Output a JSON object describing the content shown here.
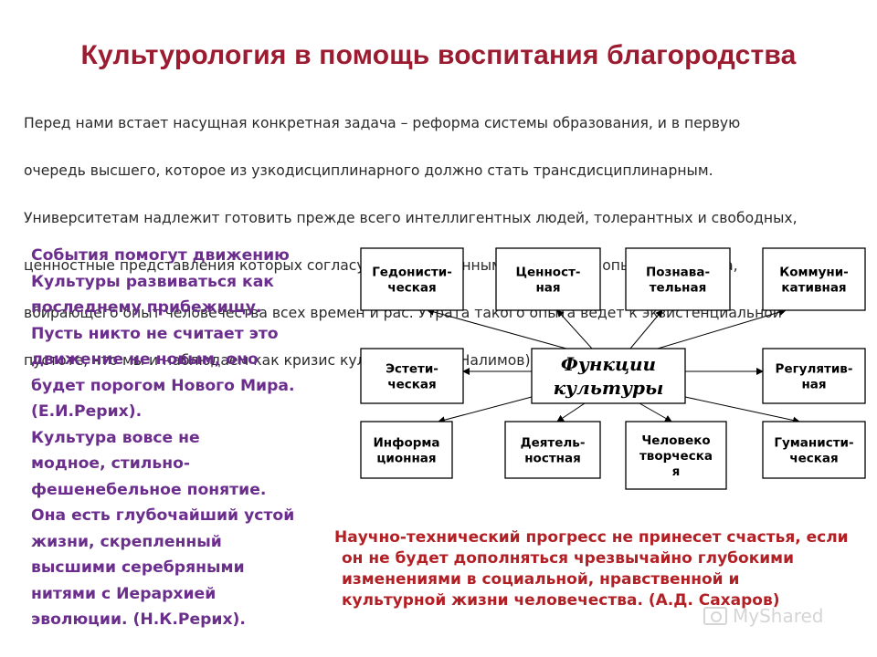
{
  "title": "Культурология в помощь воспитания благородства",
  "intro_lines": [
    "Перед нами встает насущная конкретная задача – реформа системы образования, и в первую",
    "очередь высшего, которое из узкодисциплинарного должно стать трансдисциплинарным.",
    "Университетам  надлежит готовить  прежде всего интеллигентных  людей, толерантных и свободных,",
    "ценностные представления которых согласуются с глубинным внутренним опытом человека,",
    "вбирающего опыт человечества  всех времен  и рас. Утрата такого опыта ведет к экзистенциальной",
    "пустоте, что мы и наблюдаем как кризис культуры.   (В.В. Налимов)"
  ],
  "left_quote": {
    "text": "События помогут движению\nКультуры развиваться как\nпоследнему прибежищу.\nПусть никто не считает это\nдвижение не новым, оно\nбудет порогом Нового Мира.\n(Е.И.Рерих).\n        Культура вовсе не\nмодное, стильно-\nфешенебельное понятие.\nОна есть глубочайший устой\nжизни, скрепленный\nвысшими серебряными\nнитями с Иерархией\nэволюции. (Н.К.Рерих)."
  },
  "diagram": {
    "center": [
      "Функции",
      "культуры"
    ],
    "nodes": [
      {
        "id": "hedonistic",
        "lines": [
          "Гедонисти-",
          "ческая"
        ]
      },
      {
        "id": "value",
        "lines": [
          "Ценност-",
          "ная"
        ]
      },
      {
        "id": "cognitive",
        "lines": [
          "Познава-",
          "тельная"
        ]
      },
      {
        "id": "communicative",
        "lines": [
          "Коммуни-",
          "кативная"
        ]
      },
      {
        "id": "aesthetic",
        "lines": [
          "Эстети-",
          "ческая"
        ]
      },
      {
        "id": "regulative",
        "lines": [
          "Регулятив-",
          "ная"
        ]
      },
      {
        "id": "informational",
        "lines": [
          "Информа",
          "ционная"
        ]
      },
      {
        "id": "activity",
        "lines": [
          "Деятель-",
          "ностная"
        ]
      },
      {
        "id": "human-creative",
        "lines": [
          "Человеко",
          "творческа",
          "я"
        ]
      },
      {
        "id": "humanistic",
        "lines": [
          "Гуманисти-",
          "ческая"
        ]
      }
    ]
  },
  "bottom_quote": {
    "lines": [
      "Научно-технический прогресс не принесет счастья, если",
      "он не будет дополняться чрезвычайно глубокими",
      "изменениями в социальной, нравственной и",
      "культурной жизни человечества.    (А.Д. Сахаров)"
    ]
  },
  "watermark": "MyShared",
  "colors": {
    "title": "#9b1b30",
    "left_quote": "#6b2e8c",
    "bottom_quote": "#b21f24",
    "body_text": "#2a2a2a"
  }
}
